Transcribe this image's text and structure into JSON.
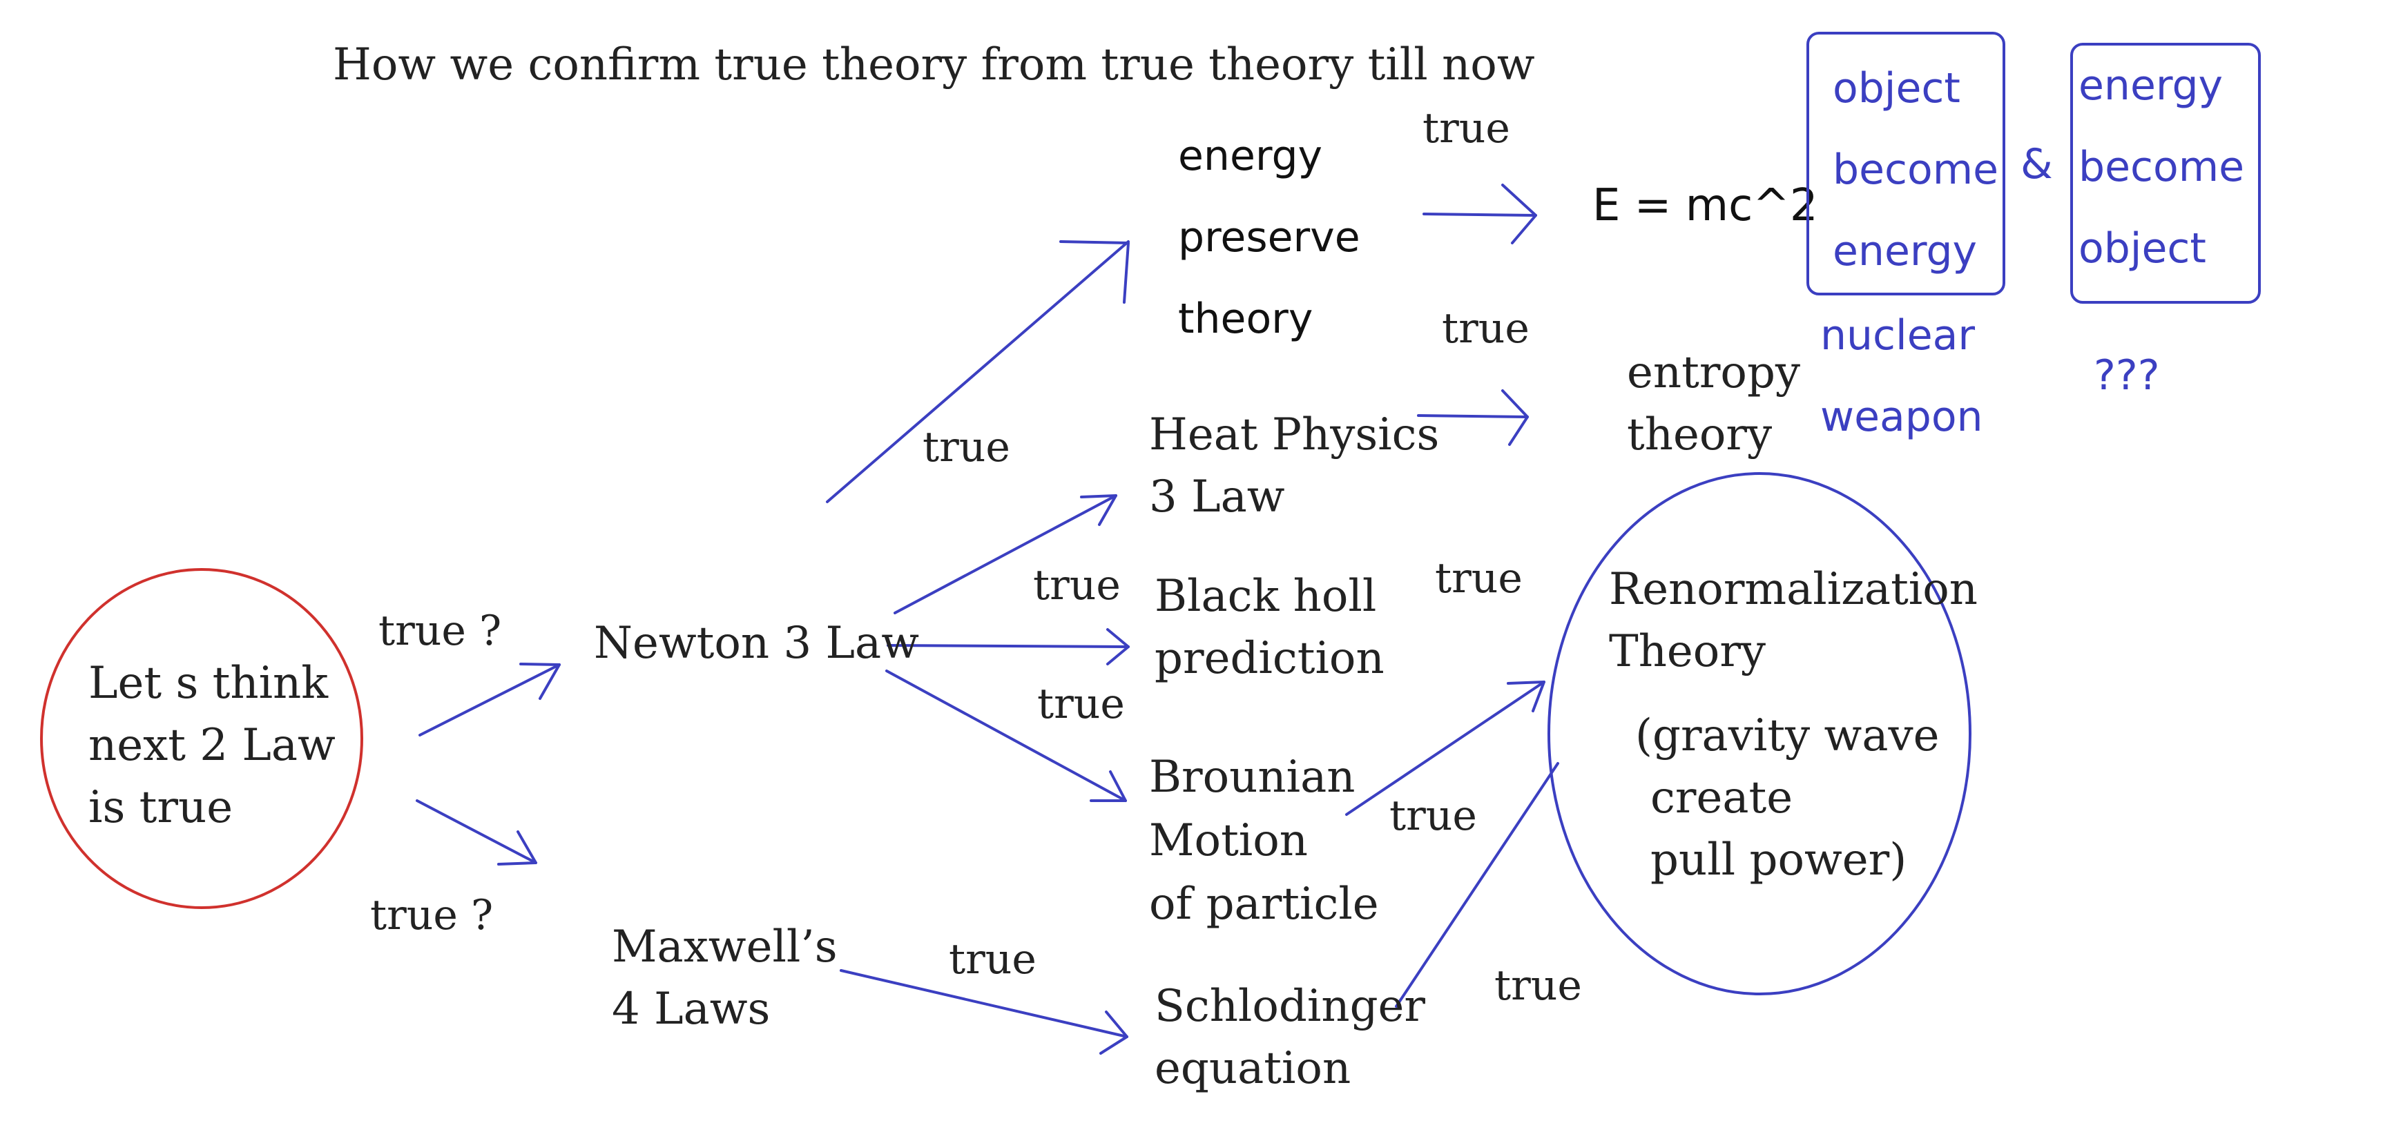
{
  "title": "How we confirm true theory from true theory till now",
  "nodes": {
    "premise": [
      "Let s think",
      "next 2 Law",
      "is true"
    ],
    "newton": "Newton 3 Law",
    "maxwell": [
      "Maxwell’s",
      "4 Laws"
    ],
    "energy_preserve": [
      "energy",
      "preserve",
      "theory"
    ],
    "heat_physics": [
      "Heat Physics",
      "3 Law"
    ],
    "black_hole": [
      "Black holl",
      "prediction"
    ],
    "brownian": [
      "Brounian",
      "Motion",
      "of particle"
    ],
    "schrodinger": [
      "Schlodinger",
      "equation"
    ],
    "emc2": "E = mc^2",
    "entropy": [
      "entropy",
      "theory"
    ],
    "renormalization": [
      "Renormalization",
      "Theory",
      "(gravity wave",
      "create",
      "pull power)"
    ],
    "object_energy_box": [
      "object",
      "become",
      "energy"
    ],
    "energy_object_box": [
      "energy",
      "become",
      "object"
    ],
    "ampersand": "&",
    "nuclear": [
      "nuclear",
      "weapon"
    ],
    "unknown": "???"
  },
  "edge_labels": {
    "newton_q": "true ?",
    "maxwell_q": "true ?",
    "to_energy": "true",
    "to_blackhole": "true",
    "to_brownian": "true",
    "to_emc2": "true",
    "to_entropy": "true",
    "blackhole_renorm": "true",
    "brownian_renorm": "true",
    "maxwell_schrod": "true",
    "schrod_renorm": "true"
  },
  "colors": {
    "arrow": "#3b3fc1",
    "premise_circle": "#d0312d",
    "text_blue": "#3b3fc1",
    "text_dark": "#222222"
  }
}
